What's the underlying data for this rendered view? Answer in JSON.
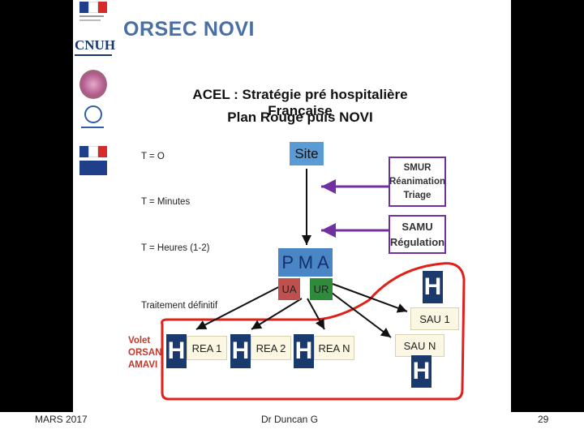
{
  "slide": {
    "title": "ORSEC NOVI",
    "heading_line1": "ACEL : Stratégie pré hospitalière Française",
    "heading_line2": "Plan Rouge puis NOVI"
  },
  "logos": [
    "cnuh-logo",
    "cnuh-text",
    "emblem-logo",
    "sante-logo",
    "ministere-logo"
  ],
  "logo_text": {
    "cnuh": "CNUH"
  },
  "timeline": [
    "T = O",
    "T = Minutes",
    "T = Heures (1-2)",
    "Traitement définitif"
  ],
  "diagram": {
    "site": "Site",
    "smur": [
      "SMUR",
      "Réanimation",
      "Triage"
    ],
    "samu": [
      "SAMU",
      "Régulation"
    ],
    "pma": "P M A",
    "ua": "UA",
    "ur": "UR",
    "hospital_letter": "H",
    "sau1": "SAU 1",
    "saun": "SAU N",
    "rea1": "REA 1",
    "rea2": "REA 2",
    "rean": "REA N",
    "volet": [
      "Volet",
      "ORSAN",
      "AMAVI"
    ]
  },
  "footer": {
    "left": "MARS 2017",
    "center": "Dr Duncan G",
    "right": "29"
  },
  "colors": {
    "site_blue": "#5b9bd5",
    "pma_blue": "#4a86c5",
    "ua_red": "#c0504d",
    "ur_green": "#2e8b3a",
    "arrow_purple": "#7030a0",
    "outline_red": "#e0201a",
    "hospital_navy": "#1a3a6e"
  }
}
